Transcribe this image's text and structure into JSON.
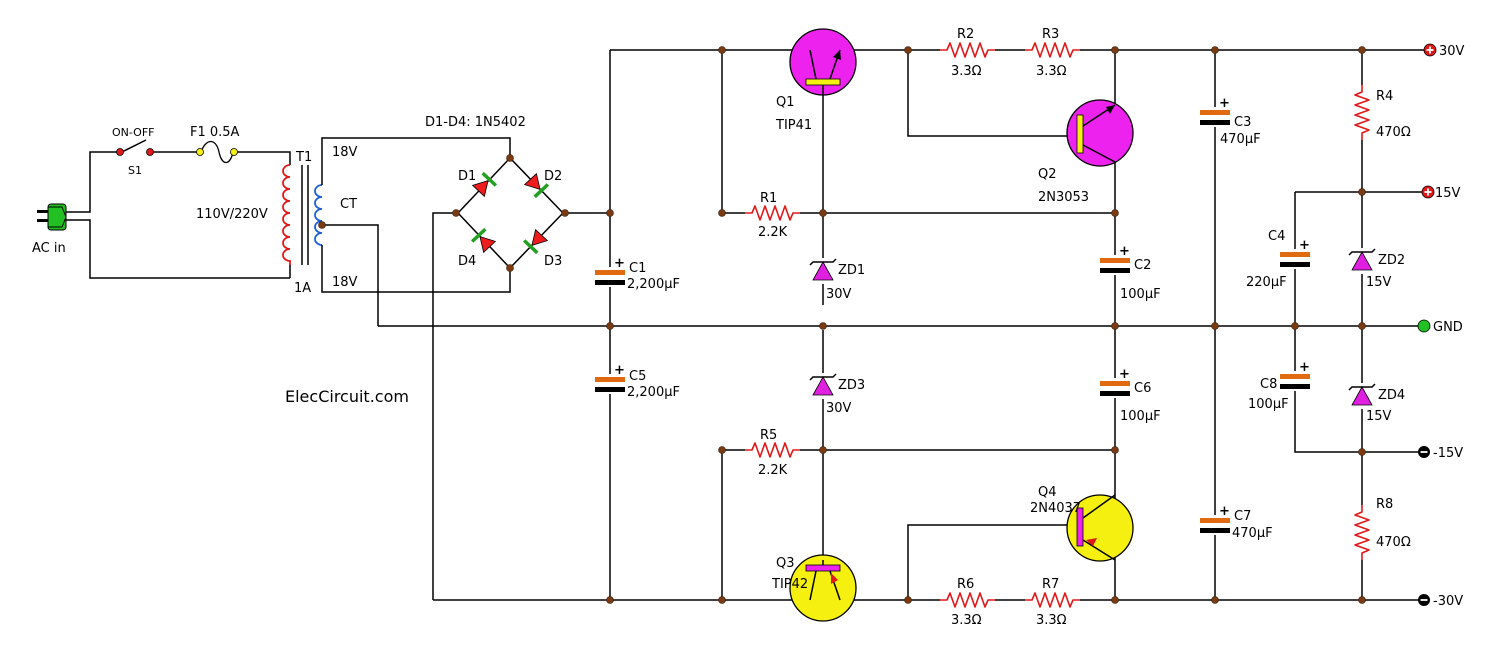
{
  "watermark": "ElecCircuit.com",
  "input": {
    "ac_label": "AC in"
  },
  "switch": {
    "state_label": "ON-OFF",
    "ref": "S1"
  },
  "fuse": {
    "label": "F1 0.5A"
  },
  "transformer": {
    "ref": "T1",
    "primary": "110V/220V",
    "current": "1A",
    "sec_top": "18V",
    "sec_bottom": "18V",
    "center_tap": "CT"
  },
  "bridge": {
    "title": "D1-D4: 1N5402",
    "diodes": [
      "D1",
      "D2",
      "D3",
      "D4"
    ]
  },
  "capacitors": {
    "c1": {
      "ref": "C1",
      "value": "2,200µF"
    },
    "c2": {
      "ref": "C2",
      "value": "100µF"
    },
    "c3": {
      "ref": "C3",
      "value": "470µF"
    },
    "c4": {
      "ref": "C4",
      "value": "220µF"
    },
    "c5": {
      "ref": "C5",
      "value": "2,200µF"
    },
    "c6": {
      "ref": "C6",
      "value": "100µF"
    },
    "c7": {
      "ref": "C7",
      "value": "470µF"
    },
    "c8": {
      "ref": "C8",
      "value": "100µF"
    }
  },
  "resistors": {
    "r1": {
      "ref": "R1",
      "value": "2.2K"
    },
    "r2": {
      "ref": "R2",
      "value": "3.3Ω"
    },
    "r3": {
      "ref": "R3",
      "value": "3.3Ω"
    },
    "r4": {
      "ref": "R4",
      "value": "470Ω"
    },
    "r5": {
      "ref": "R5",
      "value": "2.2K"
    },
    "r6": {
      "ref": "R6",
      "value": "3.3Ω"
    },
    "r7": {
      "ref": "R7",
      "value": "3.3Ω"
    },
    "r8": {
      "ref": "R8",
      "value": "470Ω"
    }
  },
  "transistors": {
    "q1": {
      "ref": "Q1",
      "part": "TIP41"
    },
    "q2": {
      "ref": "Q2",
      "part": "2N3053"
    },
    "q3": {
      "ref": "Q3",
      "part": "TIP42"
    },
    "q4": {
      "ref": "Q4",
      "part": "2N4037"
    }
  },
  "zeners": {
    "zd1": {
      "ref": "ZD1",
      "value": "30V"
    },
    "zd2": {
      "ref": "ZD2",
      "value": "15V"
    },
    "zd3": {
      "ref": "ZD3",
      "value": "30V"
    },
    "zd4": {
      "ref": "ZD4",
      "value": "15V"
    }
  },
  "outputs": {
    "p30": "30V",
    "p15": "15V",
    "gnd": "GND",
    "n15": "-15V",
    "n30": "-30V"
  },
  "colors": {
    "npn_body": "#ee22ee",
    "pnp_body": "#f5f010",
    "resistor": "#e01818",
    "cap_plate": "#e06a10",
    "diode": "#ee1c1c",
    "zener": "#e020e0",
    "wire": "#000000",
    "node": "#7a3a12"
  }
}
